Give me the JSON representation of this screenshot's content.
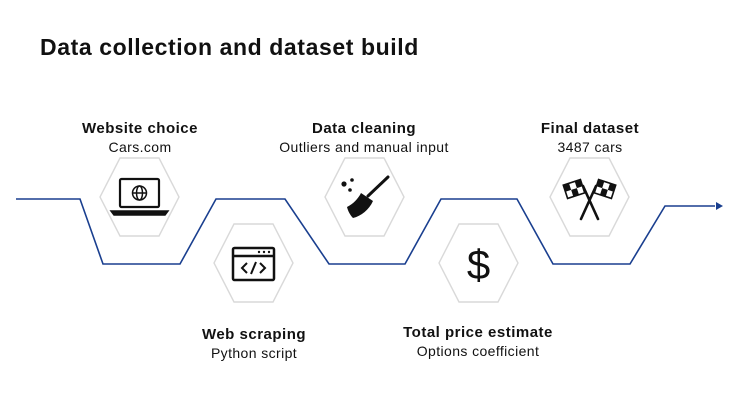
{
  "title": "Data collection and dataset build",
  "steps": [
    {
      "title": "Website choice",
      "subtitle": "Cars.com",
      "icon": "laptop-globe-icon"
    },
    {
      "title": "Web scraping",
      "subtitle": "Python script",
      "icon": "code-browser-icon"
    },
    {
      "title": "Data cleaning",
      "subtitle": "Outliers and manual input",
      "icon": "broom-icon"
    },
    {
      "title": "Total price estimate",
      "subtitle": "Options coefficient",
      "icon": "dollar-icon"
    },
    {
      "title": "Final dataset",
      "subtitle": "3487 cars",
      "icon": "checkered-flags-icon"
    }
  ],
  "colors": {
    "line": "#1a3f8f",
    "hexagon_fill": "#ffffff",
    "hexagon_stroke": "#d9d9d9",
    "text": "#111111"
  }
}
